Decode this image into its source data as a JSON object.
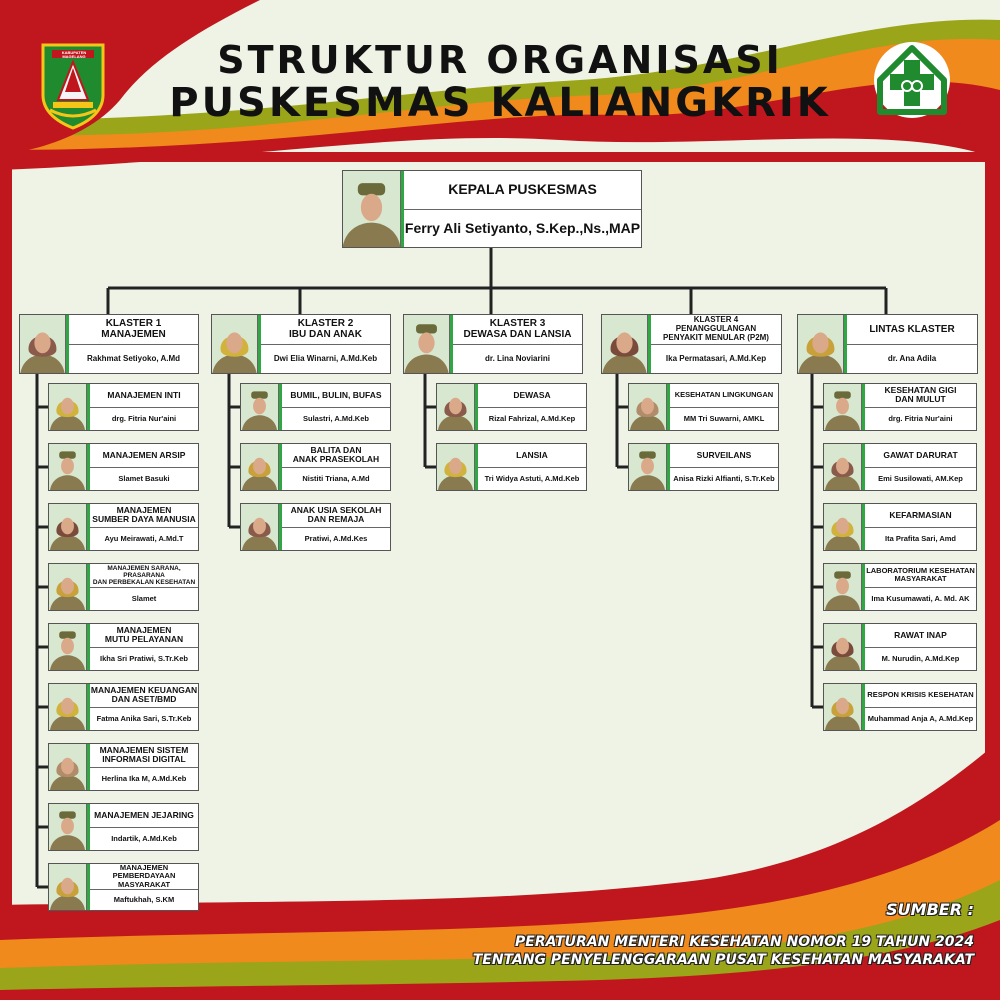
{
  "header": {
    "title_line1": "STRUKTUR ORGANISASI",
    "title_line2": "PUSKESMAS KALIANGKRIK",
    "left_logo_text": "KABUPATEN MAGELANG",
    "left_logo_icon": "magelang-emblem-icon",
    "right_logo_icon": "puskesmas-cross-icon"
  },
  "colors": {
    "red": "#c0161d",
    "orange": "#f08a1c",
    "green": "#2fa843",
    "olive": "#9aa51a"
  },
  "head": {
    "title": "KEPALA PUSKESMAS",
    "name": "Ferry Ali Setiyanto, S.Kep.,Ns.,MAP"
  },
  "clusters": [
    {
      "title": "KLASTER 1\nMANAJEMEN",
      "name": "Rakhmat Setiyoko, A.Md",
      "units": [
        {
          "title": "MANAJEMEN INTI",
          "name": "drg. Fitria Nur'aini"
        },
        {
          "title": "MANAJEMEN ARSIP",
          "name": "Slamet Basuki"
        },
        {
          "title": "MANAJEMEN\nSUMBER DAYA MANUSIA",
          "name": "Ayu Meirawati, A.Md.T"
        },
        {
          "title": "MANAJEMEN SARANA, PRASARANA\nDAN PERBEKALAN KESEHATAN",
          "name": "Slamet"
        },
        {
          "title": "MANAJEMEN\nMUTU PELAYANAN",
          "name": "Ikha Sri Pratiwi, S.Tr.Keb"
        },
        {
          "title": "MANAJEMEN KEUANGAN\nDAN ASET/BMD",
          "name": "Fatma Anika Sari, S.Tr.Keb"
        },
        {
          "title": "MANAJEMEN SISTEM\nINFORMASI DIGITAL",
          "name": "Herlina Ika M, A.Md.Keb"
        },
        {
          "title": "MANAJEMEN JEJARING",
          "name": "Indartik, A.Md.Keb"
        },
        {
          "title": "MANAJEMEN PEMBERDAYAAN\nMASYARAKAT",
          "name": "Maftukhah, S.KM"
        }
      ]
    },
    {
      "title": "KLASTER 2\nIBU DAN ANAK",
      "name": "Dwi Elia Winarni, A.Md.Keb",
      "units": [
        {
          "title": "BUMIL, BULIN, BUFAS",
          "name": "Sulastri, A.Md.Keb"
        },
        {
          "title": "BALITA DAN\nANAK PRASEKOLAH",
          "name": "Nistiti Triana, A.Md"
        },
        {
          "title": "ANAK USIA SEKOLAH\nDAN REMAJA",
          "name": "Pratiwi, A.Md.Kes"
        }
      ]
    },
    {
      "title": "KLASTER 3\nDEWASA DAN LANSIA",
      "name": "dr. Lina Noviarini",
      "units": [
        {
          "title": "DEWASA",
          "name": "Rizal Fahrizal, A.Md.Kep"
        },
        {
          "title": "LANSIA",
          "name": "Tri Widya Astuti, A.Md.Keb"
        }
      ]
    },
    {
      "title": "KLASTER 4\nPENANGGULANGAN\nPENYAKIT MENULAR (P2M)",
      "name": "Ika Permatasari, A.Md.Kep",
      "units": [
        {
          "title": "KESEHATAN LINGKUNGAN",
          "name": "MM Tri Suwarni, AMKL"
        },
        {
          "title": "SURVEILANS",
          "name": "Anisa Rizki Alfianti, S.Tr.Keb"
        }
      ]
    },
    {
      "title": "LINTAS KLASTER",
      "name": "dr. Ana Adila",
      "units": [
        {
          "title": "KESEHATAN GIGI\nDAN MULUT",
          "name": "drg. Fitria Nur'aini"
        },
        {
          "title": "GAWAT DARURAT",
          "name": "Emi Susilowati, AM.Kep"
        },
        {
          "title": "KEFARMASIAN",
          "name": "Ita Prafita Sari, Amd"
        },
        {
          "title": "LABORATORIUM KESEHATAN\nMASYARAKAT",
          "name": "Ima Kusumawati, A. Md. AK"
        },
        {
          "title": "RAWAT INAP",
          "name": "M. Nurudin, A.Md.Kep"
        },
        {
          "title": "RESPON KRISIS KESEHATAN",
          "name": "Muhammad Anja A, A.Md.Kep"
        }
      ]
    }
  ],
  "footer": {
    "source_label": "SUMBER :",
    "line1": "PERATURAN MENTERI KESEHATAN NOMOR 19 TAHUN 2024",
    "line2": "TENTANG PENYELENGGARAAN PUSAT KESEHATAN MASYARAKAT"
  }
}
